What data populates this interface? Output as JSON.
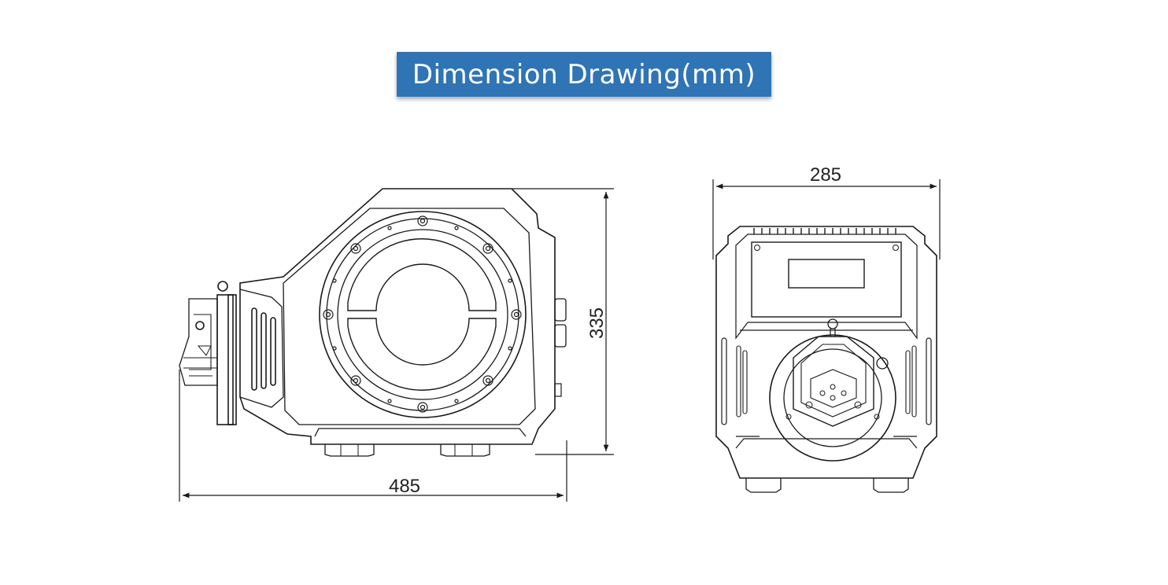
{
  "title": "Dimension Drawing(mm)",
  "dimensions": {
    "side_width": "485",
    "side_height": "335",
    "front_width": "285"
  },
  "colors": {
    "banner": "#2f74b5",
    "line": "#1a1a1a"
  }
}
